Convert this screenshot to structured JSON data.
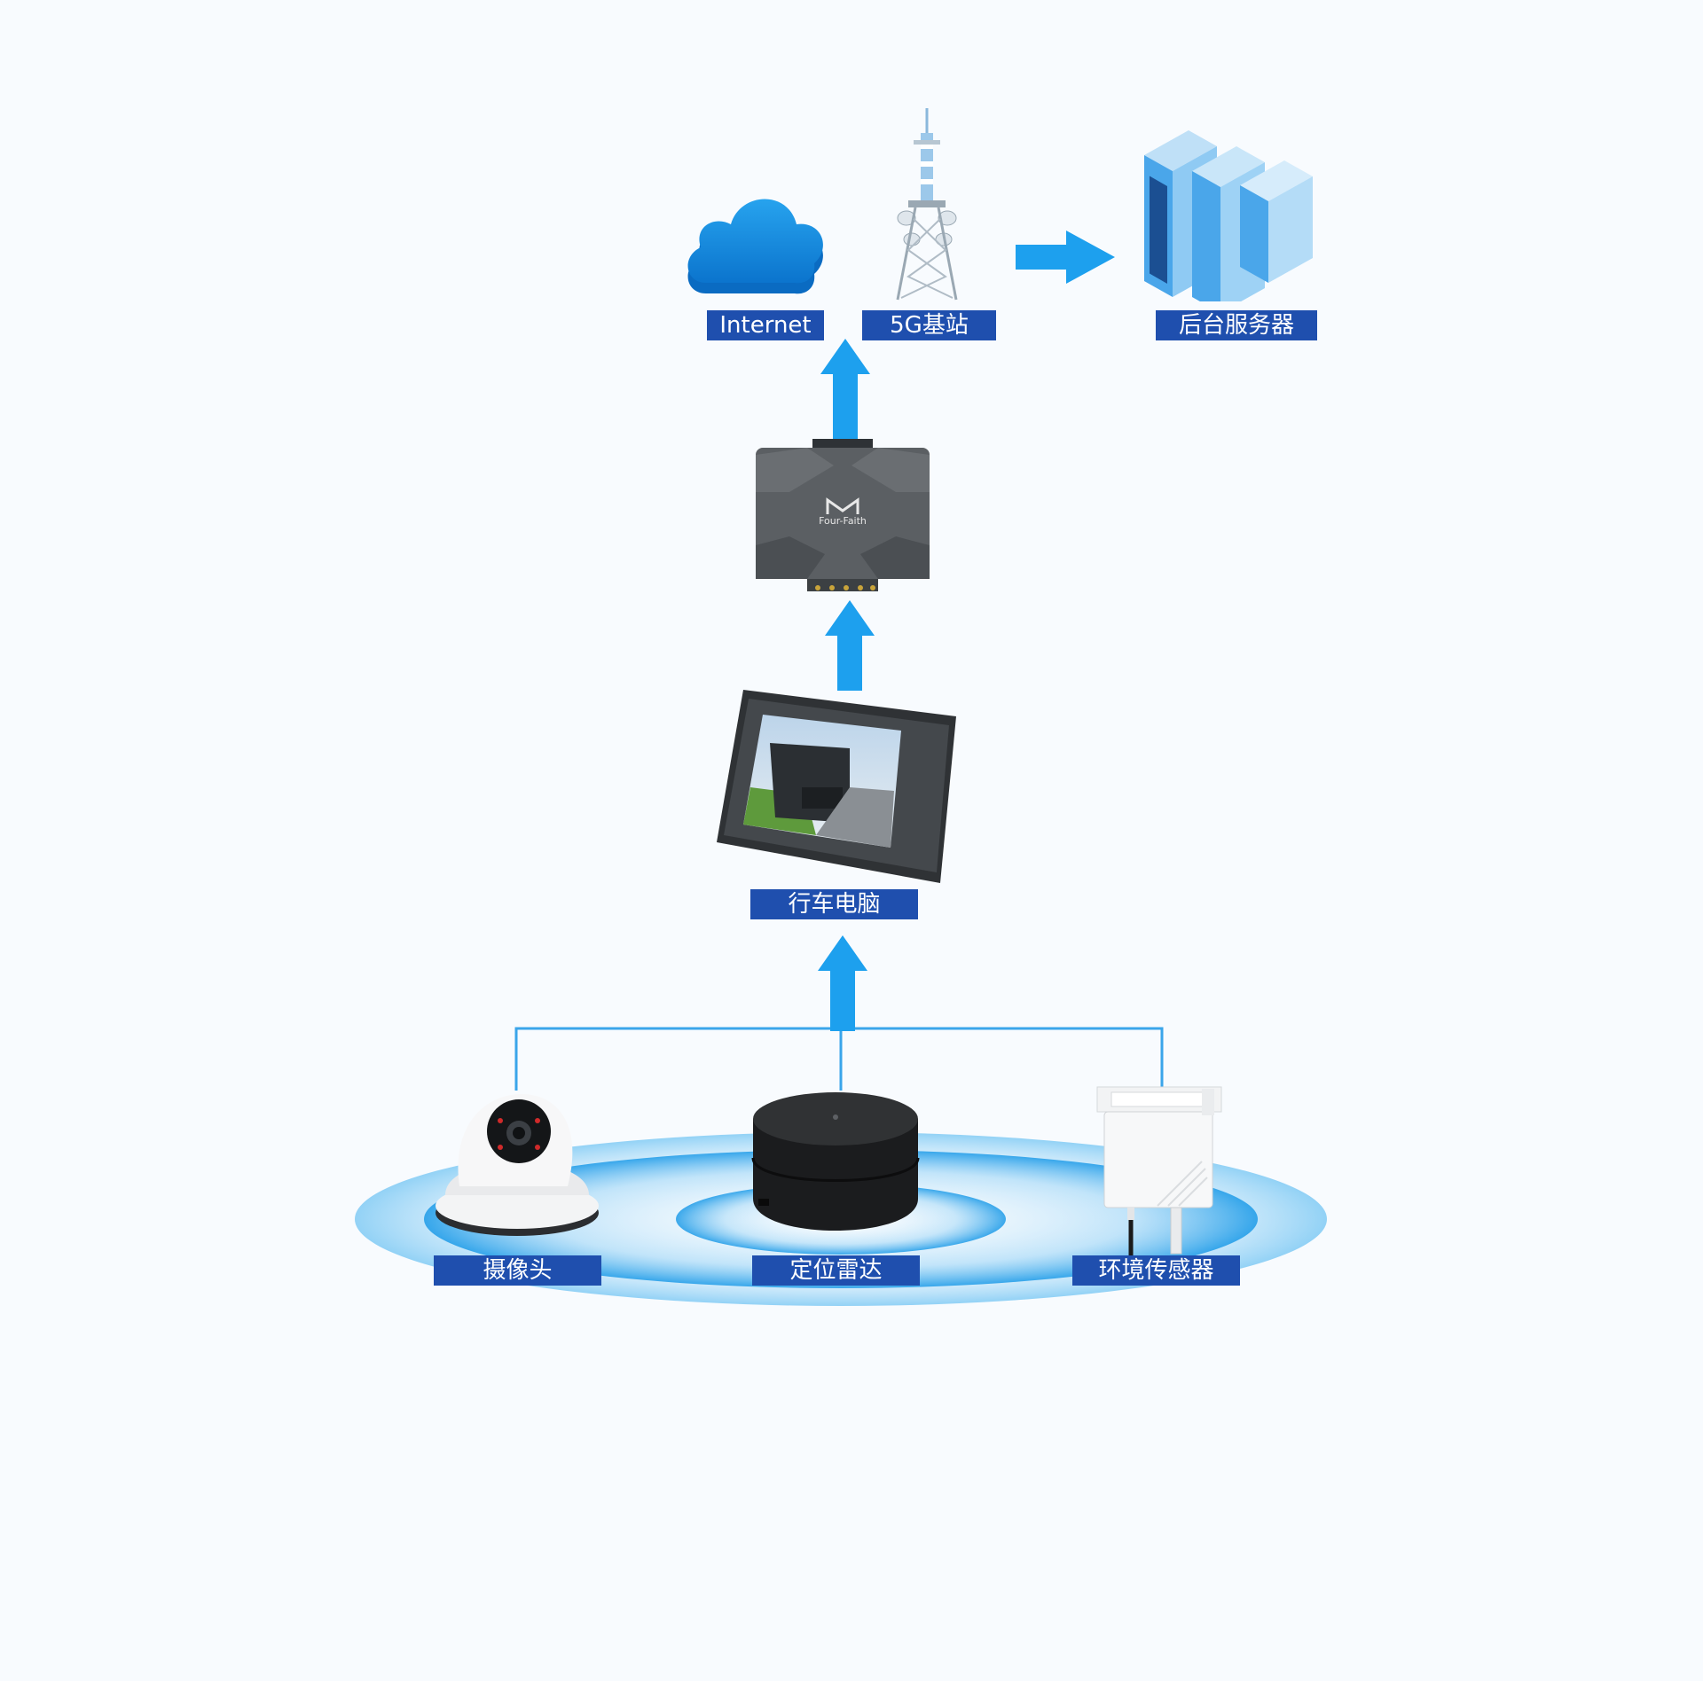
{
  "diagram": {
    "nodes": {
      "internet": {
        "label": "Internet",
        "icon": "cloud-icon"
      },
      "base_station": {
        "label": "5G基站",
        "icon": "antenna-tower-icon"
      },
      "server": {
        "label": "后台服务器",
        "icon": "server-rack-icon"
      },
      "router": {
        "label": "",
        "icon": "industrial-router-icon",
        "brand": "Four-Faith"
      },
      "vehicle_pc": {
        "label": "行车电脑",
        "icon": "rugged-tablet-icon"
      },
      "camera": {
        "label": "摄像头",
        "icon": "dome-camera-icon"
      },
      "radar": {
        "label": "定位雷达",
        "icon": "positioning-radar-icon"
      },
      "env_sensor": {
        "label": "环境传感器",
        "icon": "environment-sensor-icon"
      }
    },
    "edges": [
      {
        "from": "camera",
        "to": "vehicle_pc"
      },
      {
        "from": "radar",
        "to": "vehicle_pc"
      },
      {
        "from": "env_sensor",
        "to": "vehicle_pc"
      },
      {
        "from": "vehicle_pc",
        "to": "router"
      },
      {
        "from": "router",
        "to": "internet"
      },
      {
        "from": "router",
        "to": "base_station"
      },
      {
        "from": "base_station",
        "to": "server"
      }
    ]
  },
  "colors": {
    "label_bg": "#1f4fae",
    "arrow": "#1da0ee",
    "connector_line": "#3aa5ea",
    "background": "#f8fbfe"
  }
}
